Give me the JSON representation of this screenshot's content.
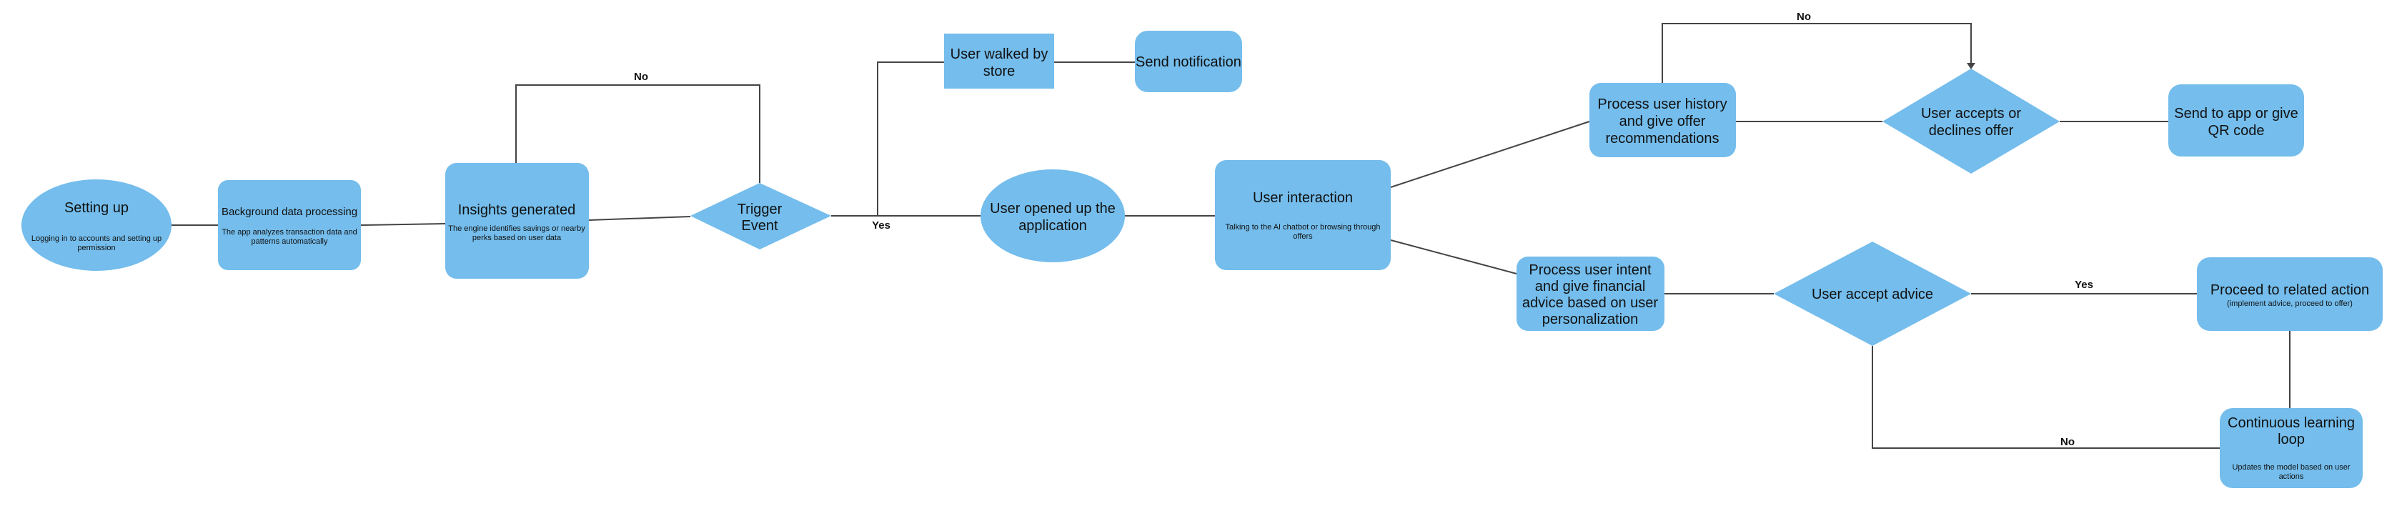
{
  "colors": {
    "node_fill": "#74bdec",
    "edge": "#444444",
    "text": "#111111",
    "background": "#ffffff"
  },
  "nodes": {
    "setting_up": {
      "title": "Setting up",
      "desc": [
        "Logging in to accounts and setting up",
        "permission"
      ]
    },
    "background": {
      "title": "Background data processing",
      "desc": [
        "The app analyzes transaction data and",
        "patterns automatically"
      ]
    },
    "insights": {
      "title": "Insights generated",
      "desc": [
        "The engine identifies savings or nearby",
        "perks based on user data"
      ]
    },
    "trigger": {
      "title": [
        "Trigger",
        "Event"
      ]
    },
    "walked": {
      "title": [
        "User walked by",
        "store"
      ]
    },
    "notification": {
      "title": "Send notification"
    },
    "opened": {
      "title": [
        "User opened up the",
        "application"
      ]
    },
    "interaction": {
      "title": "User interaction",
      "desc": [
        "Talking to the AI chatbot or browsing through",
        "offers"
      ]
    },
    "history": {
      "title": [
        "Process user history",
        "and give offer",
        "recommendations"
      ]
    },
    "accepts_offer": {
      "title": [
        "User accepts or",
        "declines offer"
      ]
    },
    "send_app": {
      "title": [
        "Send to app or give",
        "QR code"
      ]
    },
    "intent": {
      "title": [
        "Process user intent",
        "and give financial",
        "advice based on user",
        "personalization"
      ]
    },
    "accept_advice": {
      "title": "User accept advice"
    },
    "proceed": {
      "title": "Proceed to related action",
      "desc": "(implement advice, proceed to offer)"
    },
    "learning": {
      "title": [
        "Continuous learning",
        "loop"
      ],
      "desc": [
        "Updates the model based on user",
        "actions"
      ]
    }
  },
  "edge_labels": {
    "no_trigger": "No",
    "yes_trigger": "Yes",
    "no_offer": "No",
    "yes_advice": "Yes",
    "no_advice": "No"
  }
}
